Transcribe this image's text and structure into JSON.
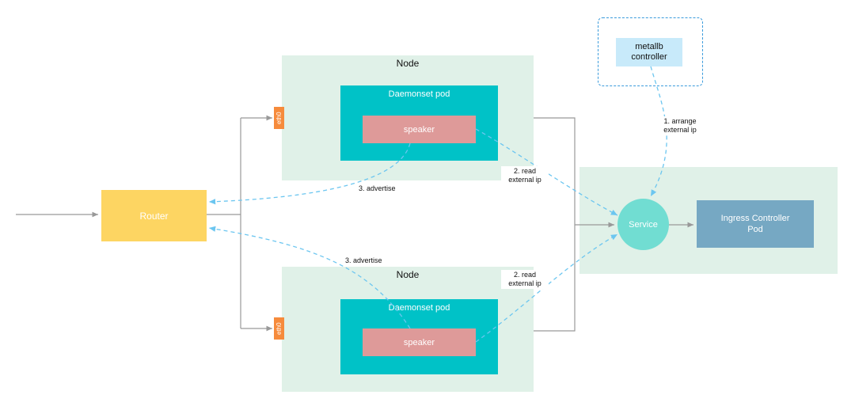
{
  "nodes": [
    {
      "title": "Node",
      "pod_title": "Daemonset pod",
      "speaker": "speaker",
      "iface": "eth0"
    },
    {
      "title": "Node",
      "pod_title": "Daemonset pod",
      "speaker": "speaker",
      "iface": "eth0"
    }
  ],
  "router": {
    "label": "Router"
  },
  "service": {
    "label": "Service"
  },
  "ingress": {
    "label": "Ingress Controller\nPod"
  },
  "controller": {
    "label": "metallb\ncontroller"
  },
  "edge_labels": {
    "arrange": "1. arrange\nexternal ip",
    "read_top": "2. read\nexternal ip",
    "read_bottom": "2. read\nexternal ip",
    "advertise_top": "3. advertise",
    "advertise_bottom": "3. advertise"
  },
  "colors": {
    "node_bg": "#e0f1e8",
    "daemonset_pod": "#00c2c7",
    "speaker": "#de9a99",
    "eth0": "#f68b3c",
    "router": "#fdd562",
    "service": "#71ddd2",
    "ingress": "#76a8c3",
    "metallb": "#c8eafa",
    "solid_edge": "#999999",
    "dashed_edge": "#6cc6f0"
  }
}
